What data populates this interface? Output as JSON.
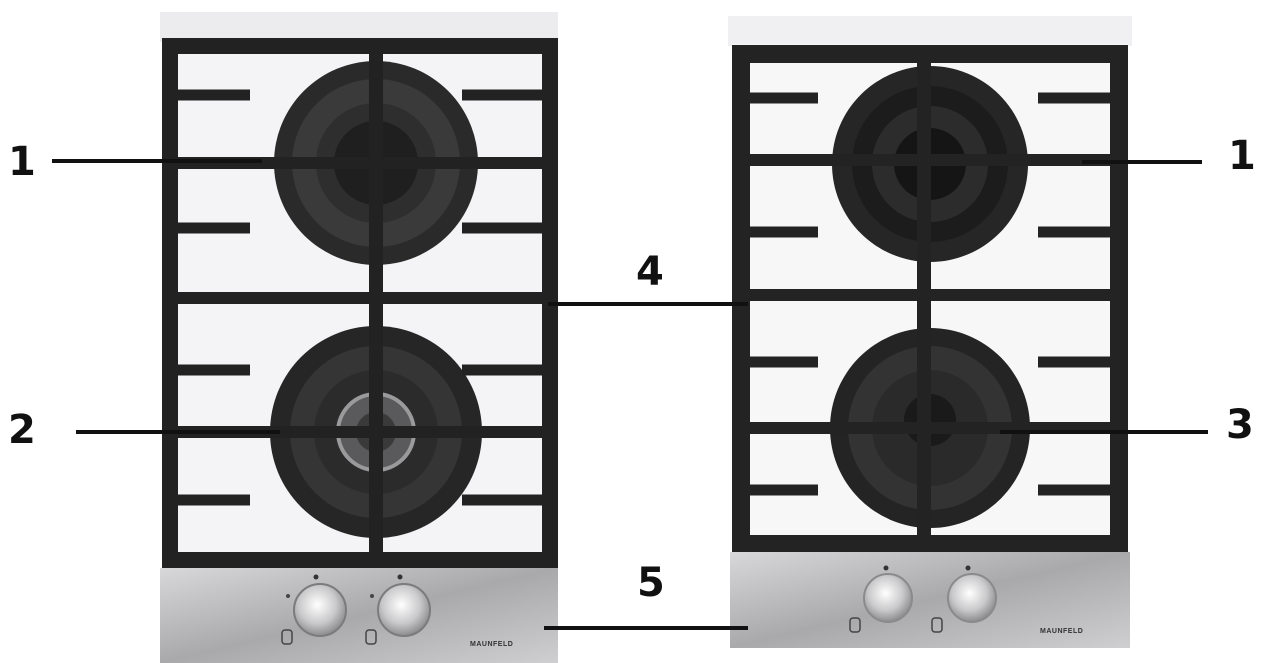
{
  "callouts": [
    {
      "id": "left-top-burner",
      "label": "1"
    },
    {
      "id": "right-top-burner",
      "label": "1"
    },
    {
      "id": "left-bottom-burner",
      "label": "2"
    },
    {
      "id": "right-bottom-burner",
      "label": "3"
    },
    {
      "id": "grates",
      "label": "4"
    },
    {
      "id": "control-panel",
      "label": "5"
    }
  ],
  "hobs": [
    {
      "id": "left",
      "brand": "MAUNFELD",
      "surface_color": "#f4f4f6",
      "grate_color": "#222222",
      "panel_color": "#b9b9bb"
    },
    {
      "id": "right",
      "brand": "MAUNFELD",
      "surface_color": "#f7f7f7",
      "grate_color": "#232323",
      "panel_color": "#c6c6c8"
    }
  ],
  "icons": [
    "burner-icon",
    "knob-icon",
    "grate-icon"
  ]
}
